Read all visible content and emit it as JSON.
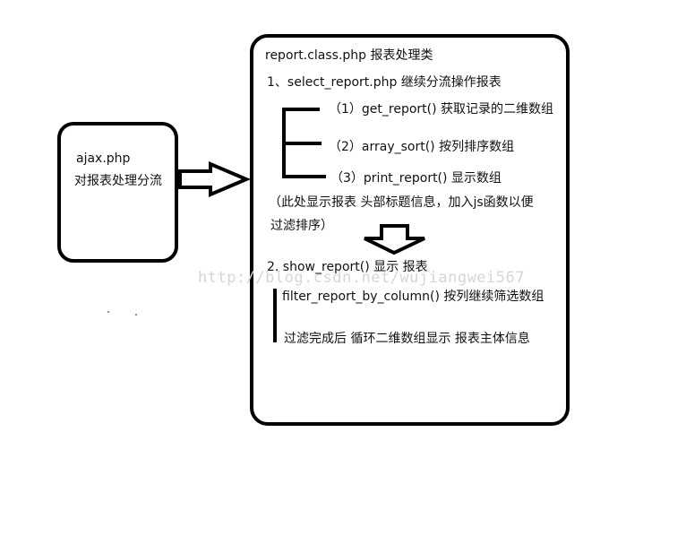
{
  "left_box": {
    "title": "ajax.php",
    "desc": "对报表处理分流"
  },
  "right_box": {
    "title": "report.class.php  报表处理类",
    "step1": "1、select_report.php 继续分流操作报表",
    "sub1": "（1）get_report() 获取记录的二维数组",
    "sub2": "（2）array_sort() 按列排序数组",
    "sub3": "（3）print_report() 显示数组",
    "note_line1": "（此处显示报表 头部标题信息，加入js函数以便",
    "note_line2": "过滤排序）",
    "step2": "2. show_report() 显示 报表",
    "filter": "filter_report_by_column() 按列继续筛选数组",
    "loop": "过滤完成后 循环二维数组显示 报表主体信息"
  },
  "watermark": "http://blog.csdn.net/wujiangwei567"
}
